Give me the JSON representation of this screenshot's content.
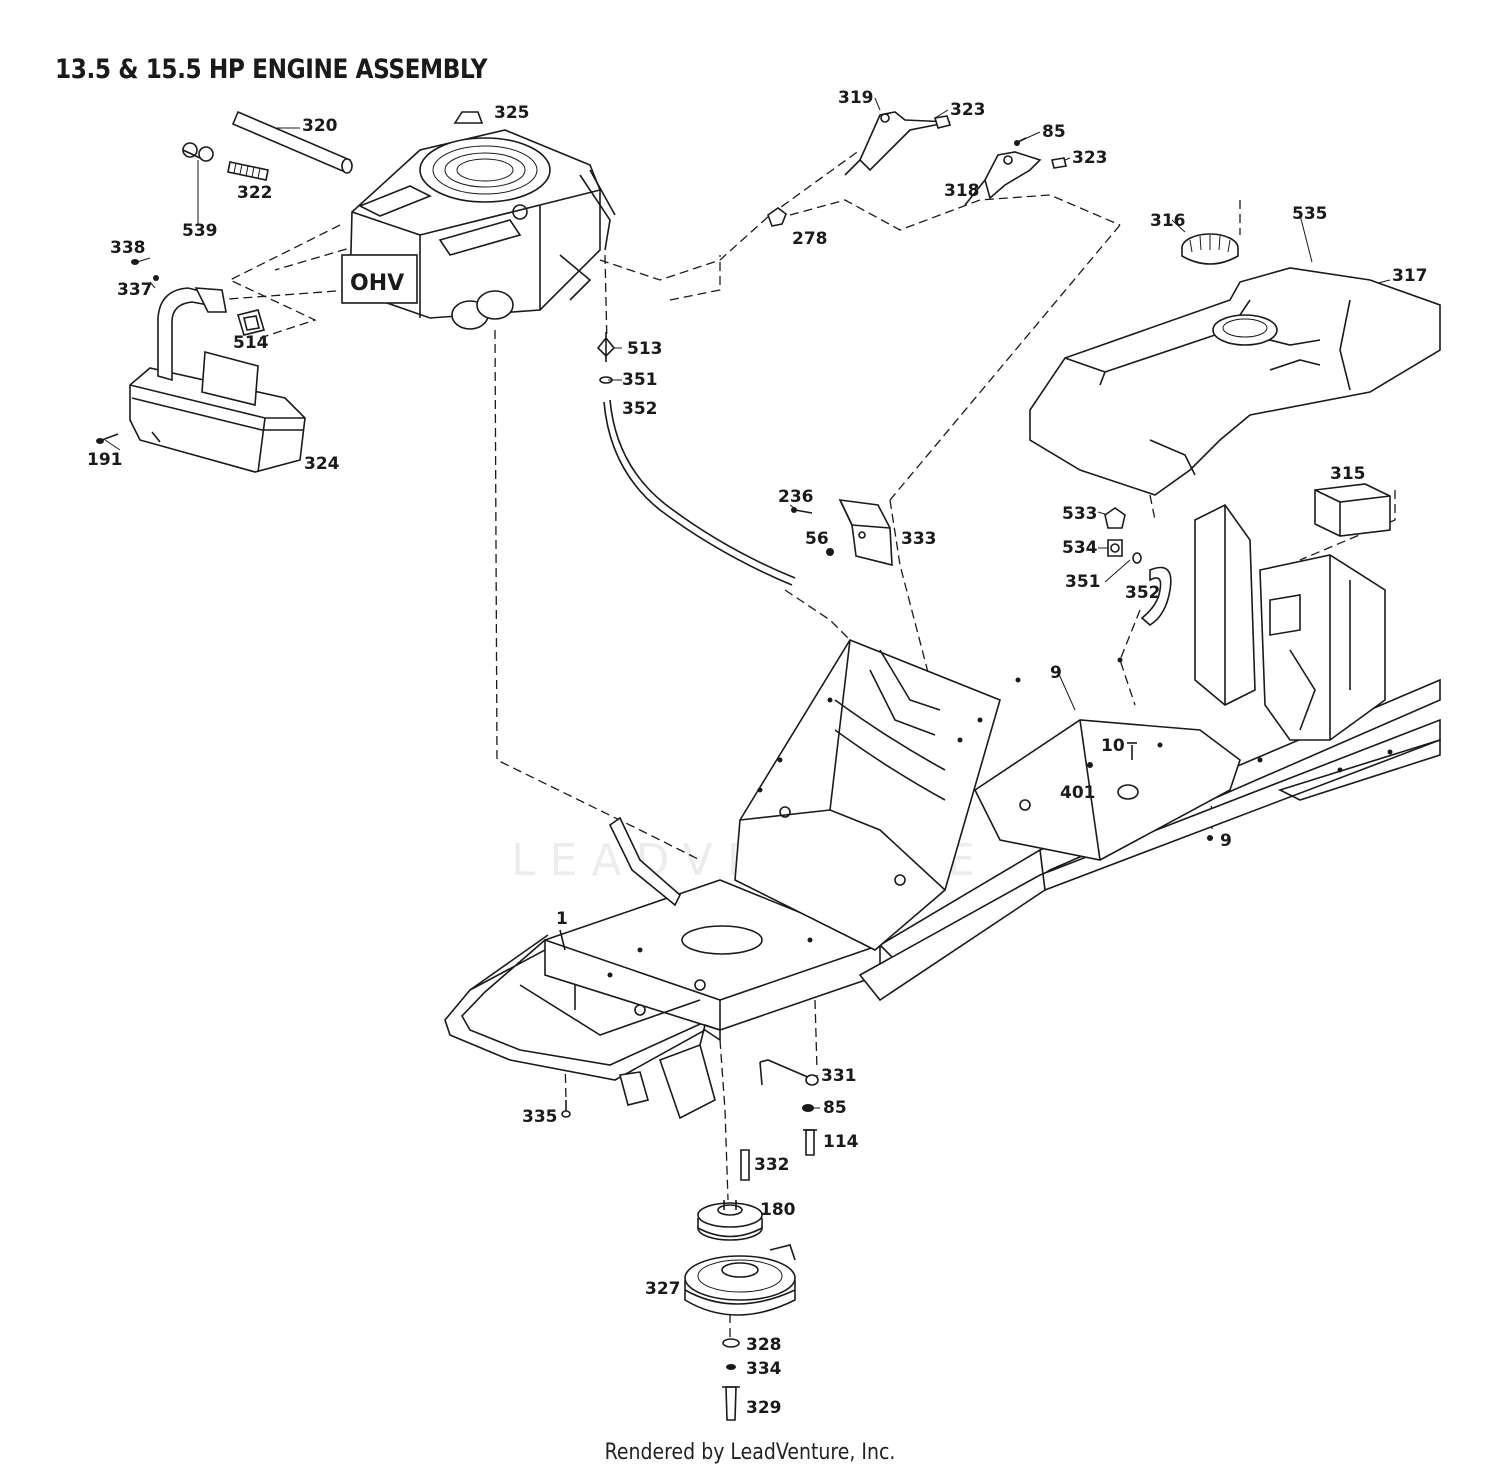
{
  "header": {
    "title": "13.5 & 15.5 HP ENGINE ASSEMBLY"
  },
  "footer": {
    "rendered_by": "Rendered by LeadVenture, Inc."
  },
  "watermark": {
    "text": "LEADVENTURE"
  },
  "engine": {
    "decal_text": "OHV"
  },
  "callouts": [
    {
      "id": "c320",
      "label": "320"
    },
    {
      "id": "c325",
      "label": "325"
    },
    {
      "id": "c319",
      "label": "319"
    },
    {
      "id": "c323a",
      "label": "323"
    },
    {
      "id": "c85a",
      "label": "85"
    },
    {
      "id": "c323b",
      "label": "323"
    },
    {
      "id": "c318",
      "label": "318"
    },
    {
      "id": "c539",
      "label": "539"
    },
    {
      "id": "c322",
      "label": "322"
    },
    {
      "id": "c278",
      "label": "278"
    },
    {
      "id": "c316",
      "label": "316"
    },
    {
      "id": "c535",
      "label": "535"
    },
    {
      "id": "c317",
      "label": "317"
    },
    {
      "id": "c338",
      "label": "338"
    },
    {
      "id": "c337",
      "label": "337"
    },
    {
      "id": "c514",
      "label": "514"
    },
    {
      "id": "c513",
      "label": "513"
    },
    {
      "id": "c351a",
      "label": "351"
    },
    {
      "id": "c352a",
      "label": "352"
    },
    {
      "id": "c191",
      "label": "191"
    },
    {
      "id": "c324",
      "label": "324"
    },
    {
      "id": "c315",
      "label": "315"
    },
    {
      "id": "c236",
      "label": "236"
    },
    {
      "id": "c56",
      "label": "56"
    },
    {
      "id": "c333",
      "label": "333"
    },
    {
      "id": "c533",
      "label": "533"
    },
    {
      "id": "c534",
      "label": "534"
    },
    {
      "id": "c351b",
      "label": "351"
    },
    {
      "id": "c352b",
      "label": "352"
    },
    {
      "id": "c9a",
      "label": "9"
    },
    {
      "id": "c10",
      "label": "10"
    },
    {
      "id": "c401",
      "label": "401"
    },
    {
      "id": "c9b",
      "label": "9"
    },
    {
      "id": "c1",
      "label": "1"
    },
    {
      "id": "c331",
      "label": "331"
    },
    {
      "id": "c85b",
      "label": "85"
    },
    {
      "id": "c335",
      "label": "335"
    },
    {
      "id": "c114",
      "label": "114"
    },
    {
      "id": "c332",
      "label": "332"
    },
    {
      "id": "c180",
      "label": "180"
    },
    {
      "id": "c327",
      "label": "327"
    },
    {
      "id": "c328",
      "label": "328"
    },
    {
      "id": "c334",
      "label": "334"
    },
    {
      "id": "c329",
      "label": "329"
    }
  ]
}
